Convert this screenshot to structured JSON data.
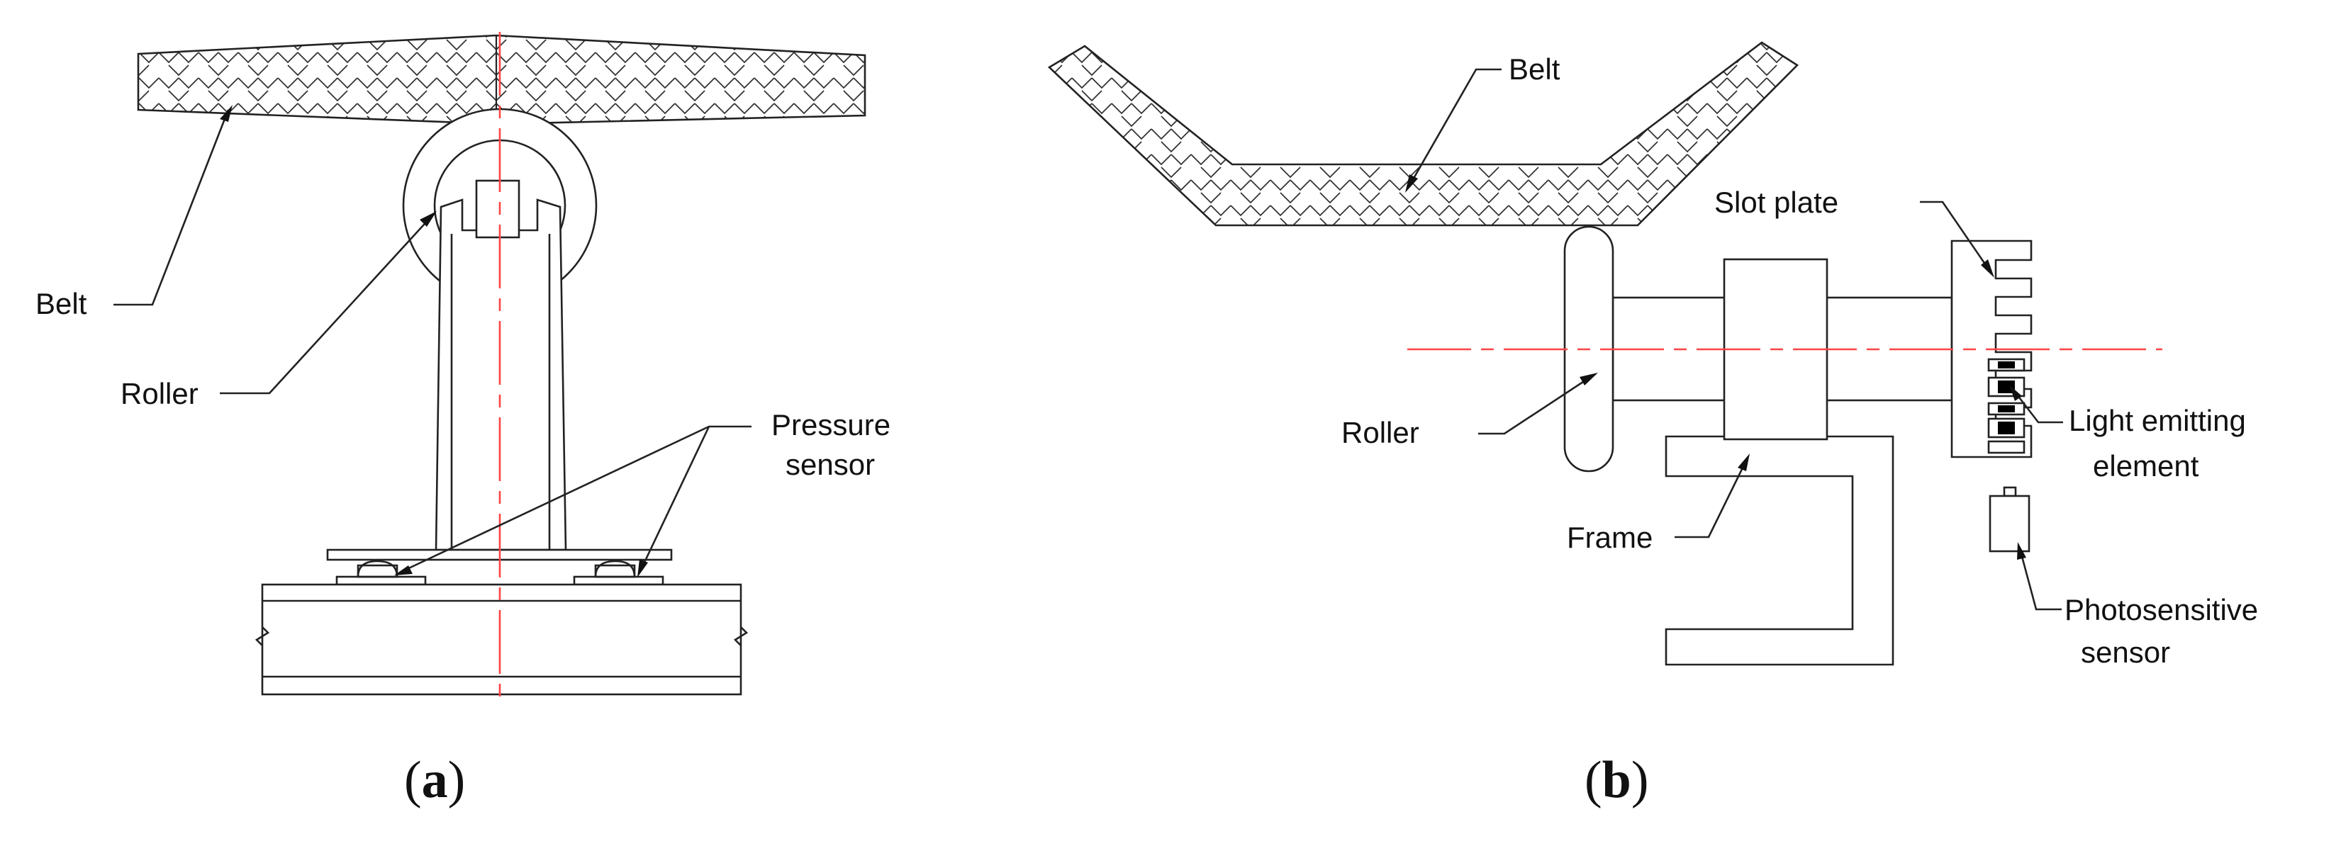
{
  "panel_a": {
    "labels": {
      "belt": "Belt",
      "roller": "Roller",
      "pressure_sensor_line1": "Pressure",
      "pressure_sensor_line2": "sensor"
    },
    "caption": {
      "open": "(",
      "letter": "a",
      "close": ")"
    }
  },
  "panel_b": {
    "labels": {
      "belt": "Belt",
      "slot_plate": "Slot plate",
      "roller": "Roller",
      "light_emitting_line1": "Light emitting",
      "light_emitting_line2": "element",
      "frame": "Frame",
      "photosensitive_line1": "Photosensitive",
      "photosensitive_line2": "sensor"
    },
    "caption": {
      "open": "(",
      "letter": "b",
      "close": ")"
    }
  },
  "colors": {
    "outline": "#222222",
    "centerline": "#ff4444",
    "background": "#ffffff",
    "emitter_fill": "#000000"
  }
}
